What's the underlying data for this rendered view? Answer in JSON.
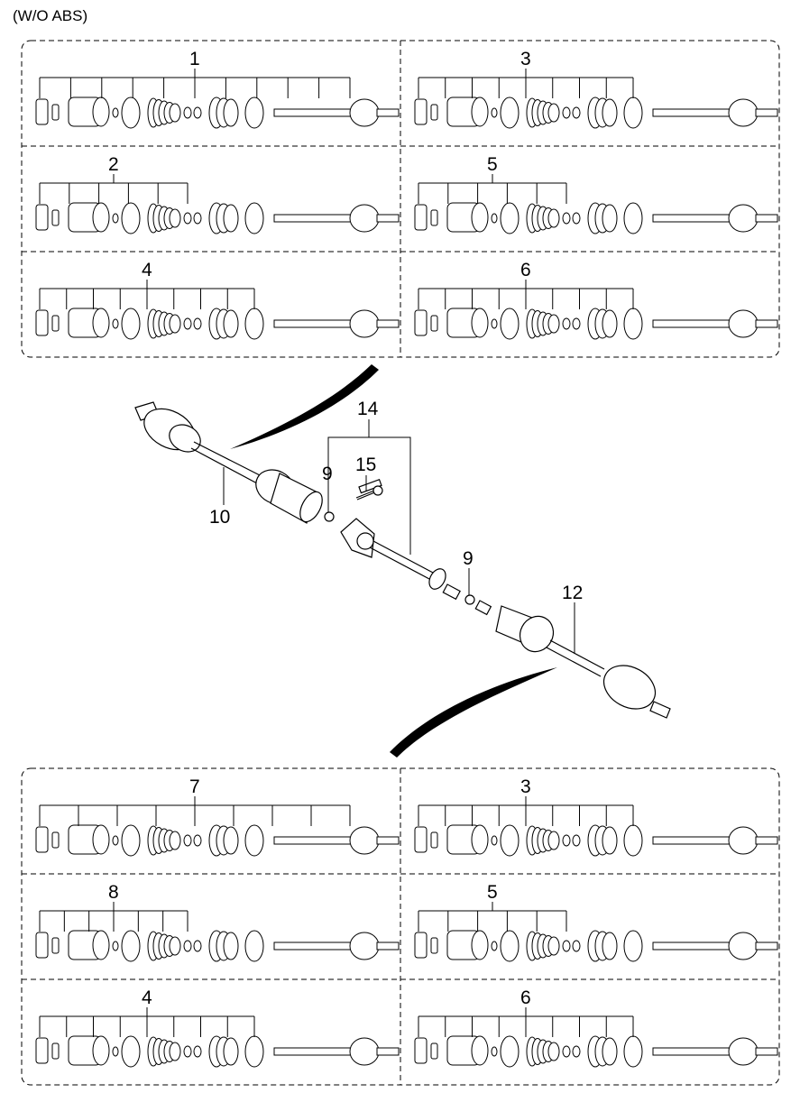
{
  "title": "(W/O ABS)",
  "colors": {
    "line": "#000000",
    "background": "#ffffff"
  },
  "top_group": {
    "panels": [
      {
        "callout": "1",
        "variant": "full-outboard",
        "leaders": 11
      },
      {
        "callout": "3",
        "variant": "shaft-only",
        "leaders": 9
      },
      {
        "callout": "2",
        "variant": "inboard-partial",
        "leaders": 6
      },
      {
        "callout": "5",
        "variant": "inboard-partial",
        "leaders": 6
      },
      {
        "callout": "4",
        "variant": "shaft-only",
        "leaders": 9
      },
      {
        "callout": "6",
        "variant": "shaft-only",
        "leaders": 9
      }
    ]
  },
  "bottom_group": {
    "panels": [
      {
        "callout": "7",
        "variant": "full-outboard",
        "leaders": 9
      },
      {
        "callout": "3",
        "variant": "shaft-only",
        "leaders": 9
      },
      {
        "callout": "8",
        "variant": "inboard-partial",
        "leaders": 7
      },
      {
        "callout": "5",
        "variant": "inboard-partial",
        "leaders": 6
      },
      {
        "callout": "4",
        "variant": "shaft-only",
        "leaders": 9
      },
      {
        "callout": "6",
        "variant": "shaft-only",
        "leaders": 9
      }
    ]
  },
  "main_assembly": {
    "callouts": {
      "c10": "10",
      "c14": "14",
      "c9a": "9",
      "c15": "15",
      "c9b": "9",
      "c12": "12"
    }
  }
}
